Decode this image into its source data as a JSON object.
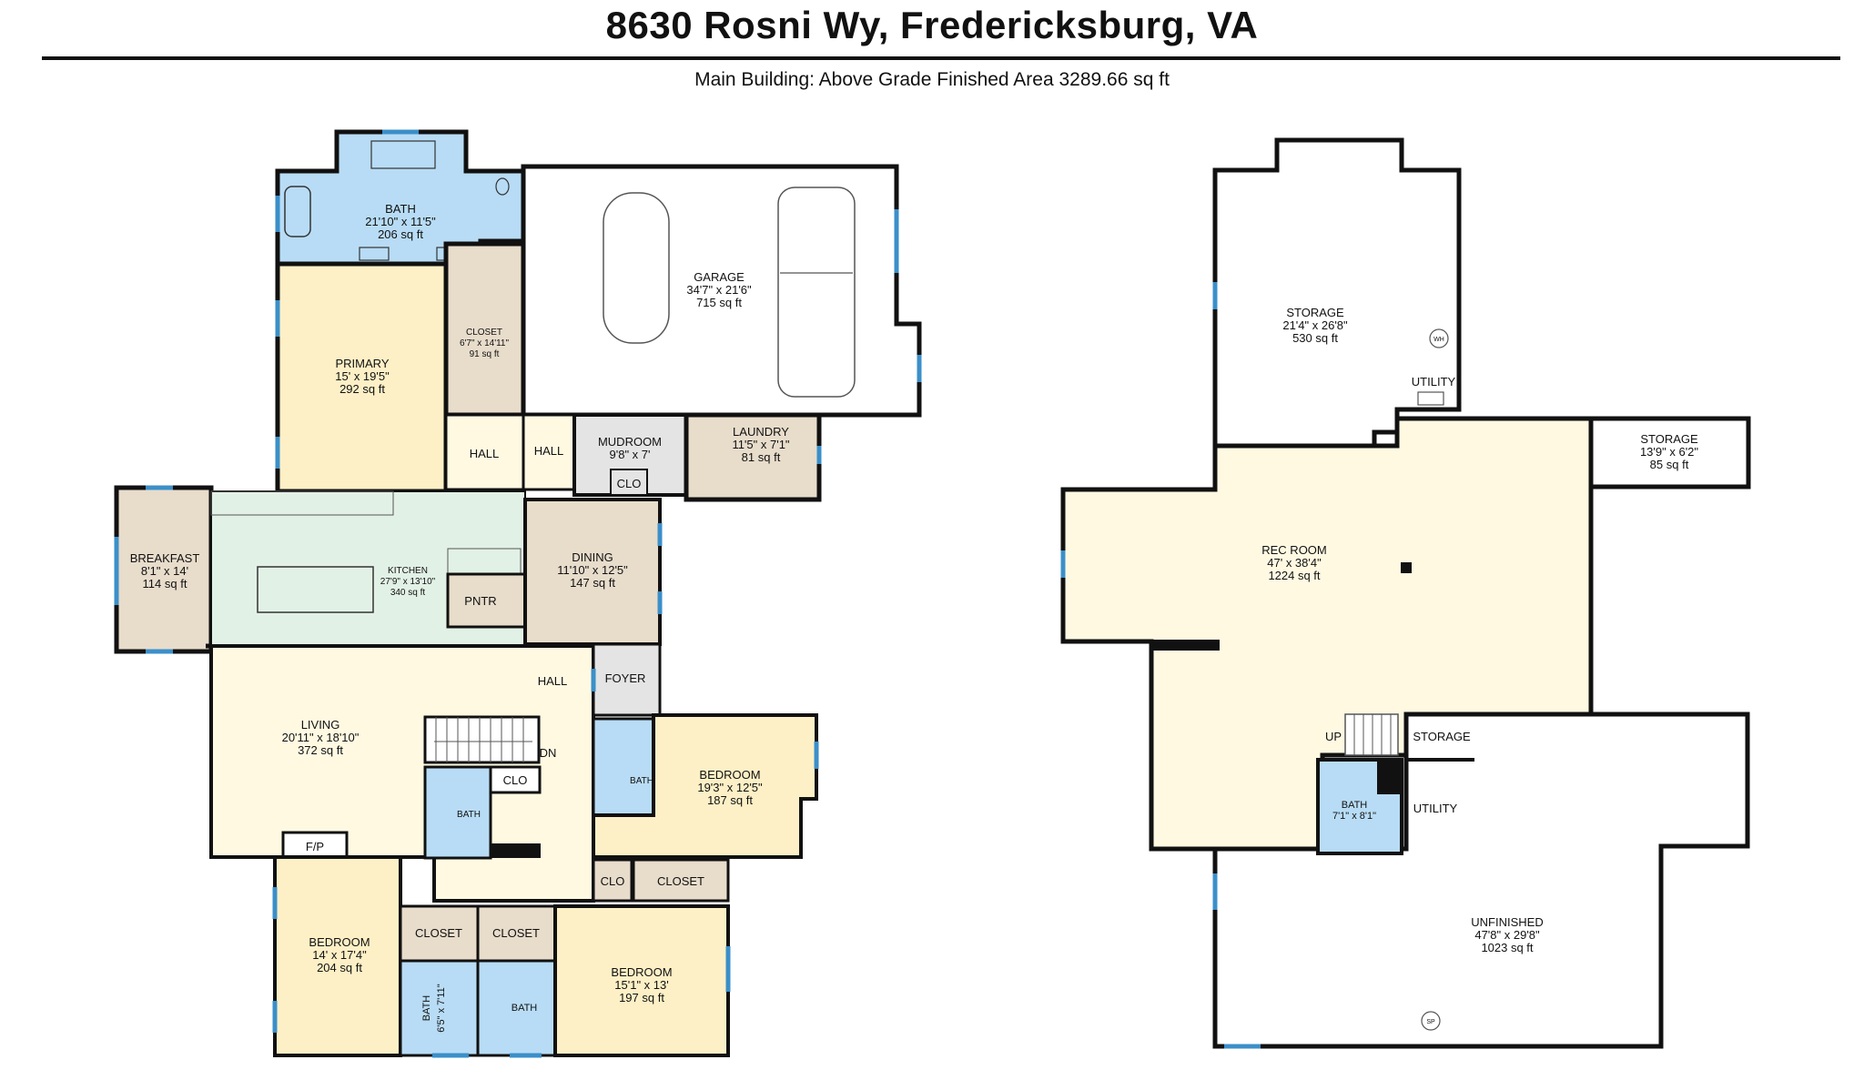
{
  "header": {
    "title": "8630 Rosni Wy, Fredericksburg, VA",
    "subtitle": "Main Building: Above Grade Finished Area 3289.66 sq ft"
  },
  "colors": {
    "wall": "#111111",
    "bath": "#b8dcf5",
    "bedroom": "#fdf0c6",
    "closet": "#e8dccb",
    "kitchen": "#e2f1e6",
    "living": "#fff9e2",
    "utility": "#e4e4e4",
    "garage": "#ffffff",
    "window": "#3b8fc9"
  },
  "main_floor": {
    "rooms": [
      {
        "name": "BATH",
        "dims": "21'10\" x 11'5\"",
        "area": "206 sq ft"
      },
      {
        "name": "GARAGE",
        "dims": "34'7\" x 21'6\"",
        "area": "715 sq ft"
      },
      {
        "name": "CLOSET",
        "dims": "6'7\" x 14'11\"",
        "area": "91 sq ft"
      },
      {
        "name": "PRIMARY",
        "dims": "15' x 19'5\"",
        "area": "292 sq ft"
      },
      {
        "name": "HALL"
      },
      {
        "name": "HALL"
      },
      {
        "name": "MUDROOM",
        "dims": "9'8\" x 7'"
      },
      {
        "name": "CLO"
      },
      {
        "name": "LAUNDRY",
        "dims": "11'5\" x 7'1\"",
        "area": "81 sq ft"
      },
      {
        "name": "BREAKFAST",
        "dims": "8'1\" x 14'",
        "area": "114 sq ft"
      },
      {
        "name": "KITCHEN",
        "dims": "27'9\" x 13'10\"",
        "area": "340 sq ft"
      },
      {
        "name": "DINING",
        "dims": "11'10\" x 12'5\"",
        "area": "147 sq ft"
      },
      {
        "name": "PNTR"
      },
      {
        "name": "HALL"
      },
      {
        "name": "FOYER"
      },
      {
        "name": "LIVING",
        "dims": "20'11\" x 18'10\"",
        "area": "372 sq ft"
      },
      {
        "name": "DN"
      },
      {
        "name": "CLO"
      },
      {
        "name": "BATH"
      },
      {
        "name": "BATH"
      },
      {
        "name": "BEDROOM",
        "dims": "19'3\" x 12'5\"",
        "area": "187 sq ft"
      },
      {
        "name": "F/P"
      },
      {
        "name": "CLO"
      },
      {
        "name": "CLOSET"
      },
      {
        "name": "BEDROOM",
        "dims": "14' x 17'4\"",
        "area": "204 sq ft"
      },
      {
        "name": "CLOSET"
      },
      {
        "name": "CLOSET"
      },
      {
        "name": "BATH",
        "dims": "6'5\" x 7'11\""
      },
      {
        "name": "BATH"
      },
      {
        "name": "BEDROOM",
        "dims": "15'1\" x 13'",
        "area": "197 sq ft"
      }
    ]
  },
  "lower_floor": {
    "rooms": [
      {
        "name": "STORAGE",
        "dims": "21'4\" x 26'8\"",
        "area": "530 sq ft"
      },
      {
        "name": "WH"
      },
      {
        "name": "UTILITY"
      },
      {
        "name": "STORAGE",
        "dims": "13'9\" x 6'2\"",
        "area": "85 sq ft"
      },
      {
        "name": "REC ROOM",
        "dims": "47' x 38'4\"",
        "area": "1224 sq ft"
      },
      {
        "name": "UP"
      },
      {
        "name": "STORAGE"
      },
      {
        "name": "BATH",
        "dims": "7'1\" x 8'1\""
      },
      {
        "name": "UTILITY"
      },
      {
        "name": "UNFINISHED",
        "dims": "47'8\" x 29'8\"",
        "area": "1023 sq ft"
      },
      {
        "name": "SP"
      }
    ]
  }
}
